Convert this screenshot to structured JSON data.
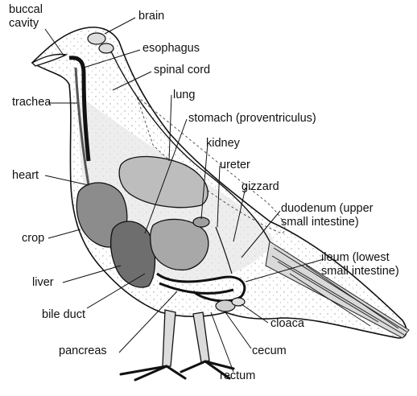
{
  "labels": {
    "buccal_cavity": "buccal\ncavity",
    "brain": "brain",
    "esophagus": "esophagus",
    "spinal_cord": "spinal cord",
    "trachea": "trachea",
    "lung": "lung",
    "stomach": "stomach (proventriculus)",
    "kidney": "kidney",
    "ureter": "ureter",
    "gizzard": "gizzard",
    "heart": "heart",
    "duodenum": "duodenum (upper\nsmall intestine)",
    "crop": "crop",
    "ileum": "ileum (lowest\nsmall intestine)",
    "liver": "liver",
    "bile_duct": "bile duct",
    "cloaca": "cloaca",
    "pancreas": "pancreas",
    "cecum": "cecum",
    "rectum": "rectum"
  }
}
